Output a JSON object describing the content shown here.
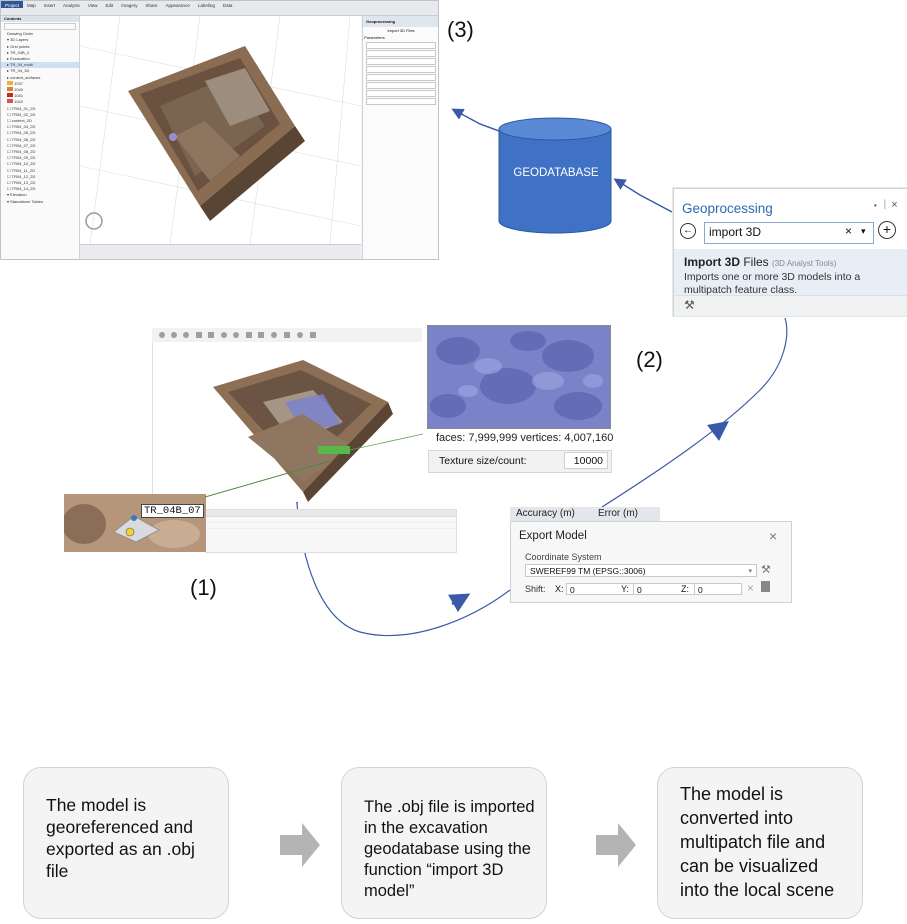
{
  "labels": {
    "step1": "(1)",
    "step2": "(2)",
    "step3": "(3)"
  },
  "geodatabase": {
    "label": "GEODATABASE"
  },
  "geoprocessing": {
    "title": "Geoprocessing",
    "controls": "▾ ᛁ ×",
    "search_value": "import 3D",
    "result_title_bold": "Import 3D",
    "result_title_rest": " Files",
    "result_source": "(3D Analyst Tools)",
    "result_desc": "Imports one or more 3D models into a multipatch feature class."
  },
  "export": {
    "col_accuracy": "Accuracy (m)",
    "col_error": "Error (m)",
    "title": "Export Model",
    "coord_label": "Coordinate System",
    "coord_value": "SWEREF99 TM (EPSG::3006)",
    "shift_label": "Shift:",
    "x_label": "X:",
    "x_value": "0",
    "y_label": "Y:",
    "y_value": "0",
    "z_label": "Z:",
    "z_value": "0"
  },
  "mesh": {
    "stats": "faces: 7,999,999 vertices: 4,007,160",
    "texture_label": "Texture size/count:",
    "texture_value": "10000"
  },
  "marker": {
    "label": "TR_04B_07"
  },
  "steps": [
    {
      "text": "The model is georeferenced and exported as an .obj file"
    },
    {
      "text": "The .obj file is imported in the excavation geodatabase using the function “import 3D model”"
    },
    {
      "text": "The model is converted into multipatch file and can be visualized into the local scene"
    }
  ],
  "colors": {
    "cylinder": "#3f72c4",
    "connector": "#3a5aa8",
    "box_fill": "#f4f4f4",
    "process_arrow": "#b4b4b4"
  }
}
